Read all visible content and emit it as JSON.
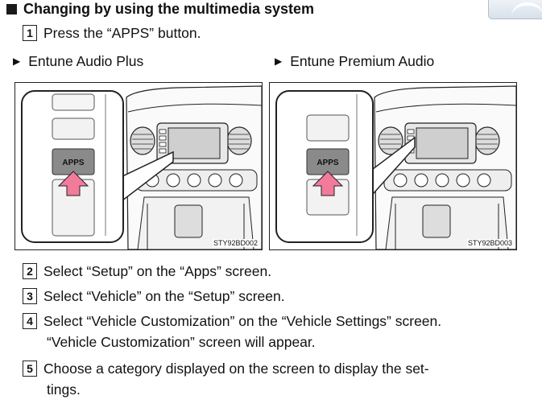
{
  "heading": "Changing by using the multimedia system",
  "steps": [
    {
      "number": "1",
      "lines": [
        "Press the “APPS” button."
      ]
    },
    {
      "number": "2",
      "lines": [
        "Select “Setup” on the “Apps” screen."
      ]
    },
    {
      "number": "3",
      "lines": [
        "Select “Vehicle” on the “Setup” screen."
      ]
    },
    {
      "number": "4",
      "lines": [
        "Select “Vehicle Customization” on the “Vehicle Settings” screen.",
        "“Vehicle Customization” screen will appear."
      ]
    },
    {
      "number": "5",
      "lines": [
        "Choose a category displayed on the screen to display the set-",
        "tings."
      ]
    }
  ],
  "figures": [
    {
      "label": "Entune Audio Plus",
      "button_text": "APPS",
      "code": "STY92BD002"
    },
    {
      "label": "Entune Premium Audio",
      "button_text": "APPS",
      "code": "STY92BD003"
    }
  ]
}
